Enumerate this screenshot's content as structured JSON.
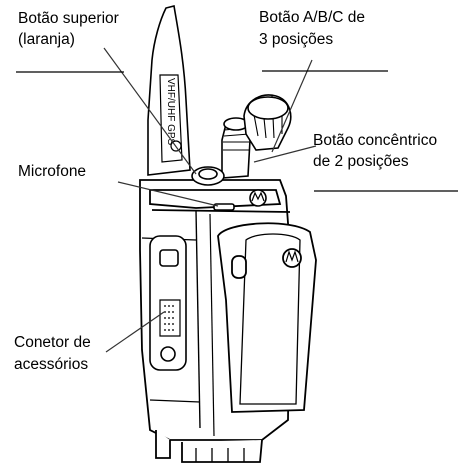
{
  "labels": {
    "top_button_line1": "Botão superior",
    "top_button_line2": "(laranja)",
    "abc_switch_line1": "Botão A/B/C de",
    "abc_switch_line2": "3 posições",
    "concentric_line1": "Botão concêntrico",
    "concentric_line2": "de 2 posições",
    "microphone": "Microfone",
    "accessory_line1": "Conetor de",
    "accessory_line2": "acessórios"
  },
  "antenna_text": "VHF/UHF GPS"
}
